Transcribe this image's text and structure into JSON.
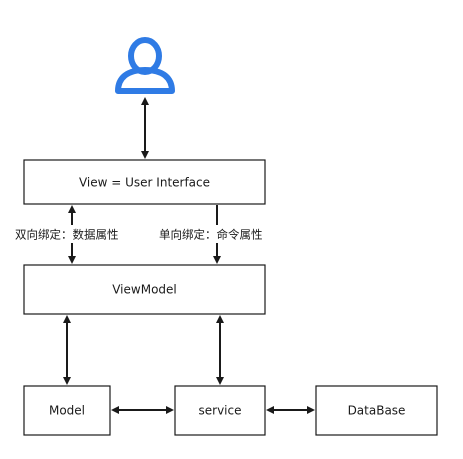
{
  "colors": {
    "user_icon": "#2f7be5",
    "stroke": "#1a1a1a",
    "background": "#ffffff"
  },
  "icons": {
    "user": "user-icon"
  },
  "nodes": {
    "view": "View = User Interface",
    "viewmodel": "ViewModel",
    "model": "Model",
    "service": "service",
    "database": "DataBase"
  },
  "edges": {
    "two_way": "双向绑定：数据属性",
    "one_way": "单向绑定：命令属性"
  }
}
